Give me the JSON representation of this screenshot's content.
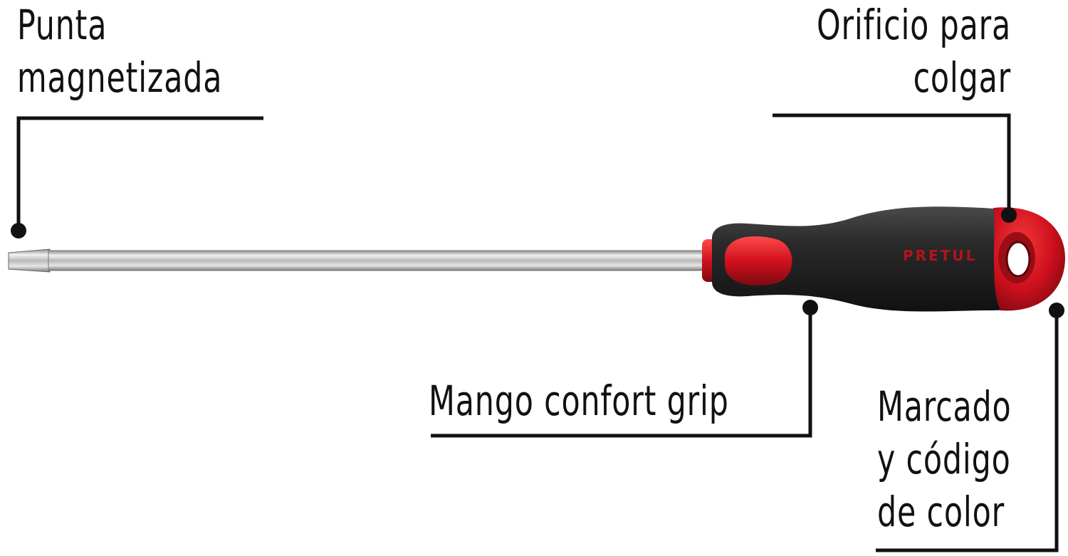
{
  "labels": {
    "tip": [
      "Punta",
      "magnetizada"
    ],
    "hole": [
      "Orificio para",
      "colgar"
    ],
    "grip": [
      "Mango confort grip"
    ],
    "marking": [
      "Marcado",
      "y código",
      "de color"
    ]
  },
  "brand": "PRETUL",
  "colors": {
    "ink": "#111111",
    "handle_red": "#d0101e",
    "handle_black": "#262626",
    "shaft_steel": "#c9c9c9"
  }
}
